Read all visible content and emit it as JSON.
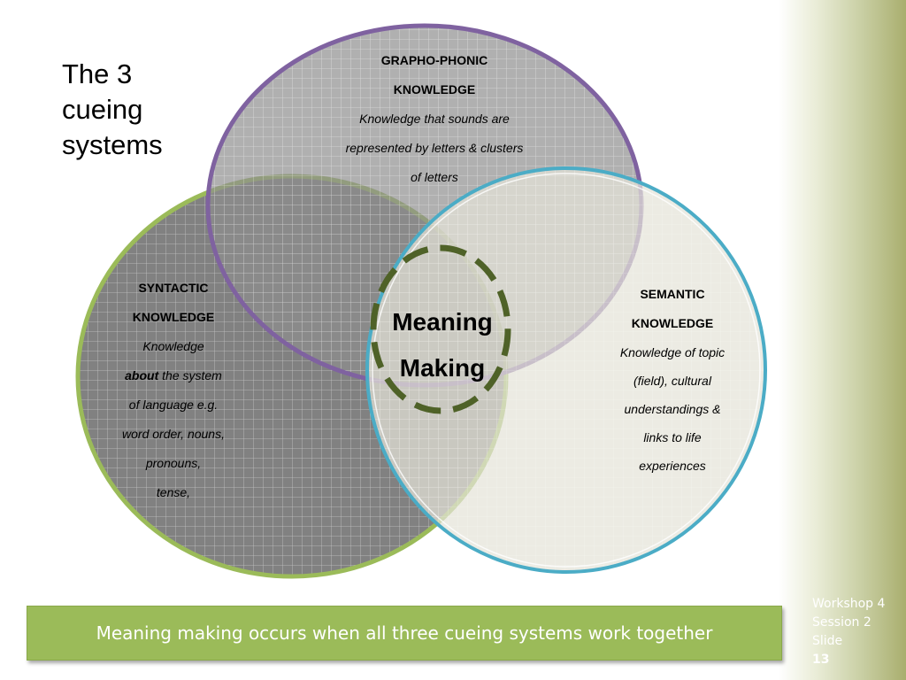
{
  "title": [
    "The 3",
    "cueing",
    "systems"
  ],
  "circles": {
    "grapho_phonic": {
      "heading": [
        "GRAPHO-PHONIC",
        "KNOWLEDGE"
      ],
      "body": [
        "Knowledge that sounds are",
        "represented by letters & clusters",
        "of letters"
      ],
      "color": "#7f62a0"
    },
    "syntactic": {
      "heading": [
        "SYNTACTIC",
        "KNOWLEDGE"
      ],
      "body_line1": "Knowledge",
      "body_about": "about",
      "body_line2_rest": " the system",
      "body_rest": [
        "of language e.g.",
        "word order, nouns,",
        "pronouns,",
        "tense,"
      ],
      "color": "#9bbb59"
    },
    "semantic": {
      "heading": [
        "SEMANTIC",
        "KNOWLEDGE"
      ],
      "body": [
        "Knowledge of topic",
        "(field), cultural",
        "understandings &",
        "links to life",
        "experiences"
      ],
      "color": "#4bacc6"
    }
  },
  "center": {
    "lines": [
      "Meaning",
      "Making"
    ],
    "ring_color": "#4f6228"
  },
  "banner": {
    "text": "Meaning making occurs when all three cueing systems work together",
    "color": "#9bbb59"
  },
  "slide_info": {
    "workshop": "Workshop 4",
    "session": "Session 2",
    "slide_prefix": "Slide ",
    "slide_number": "13"
  }
}
